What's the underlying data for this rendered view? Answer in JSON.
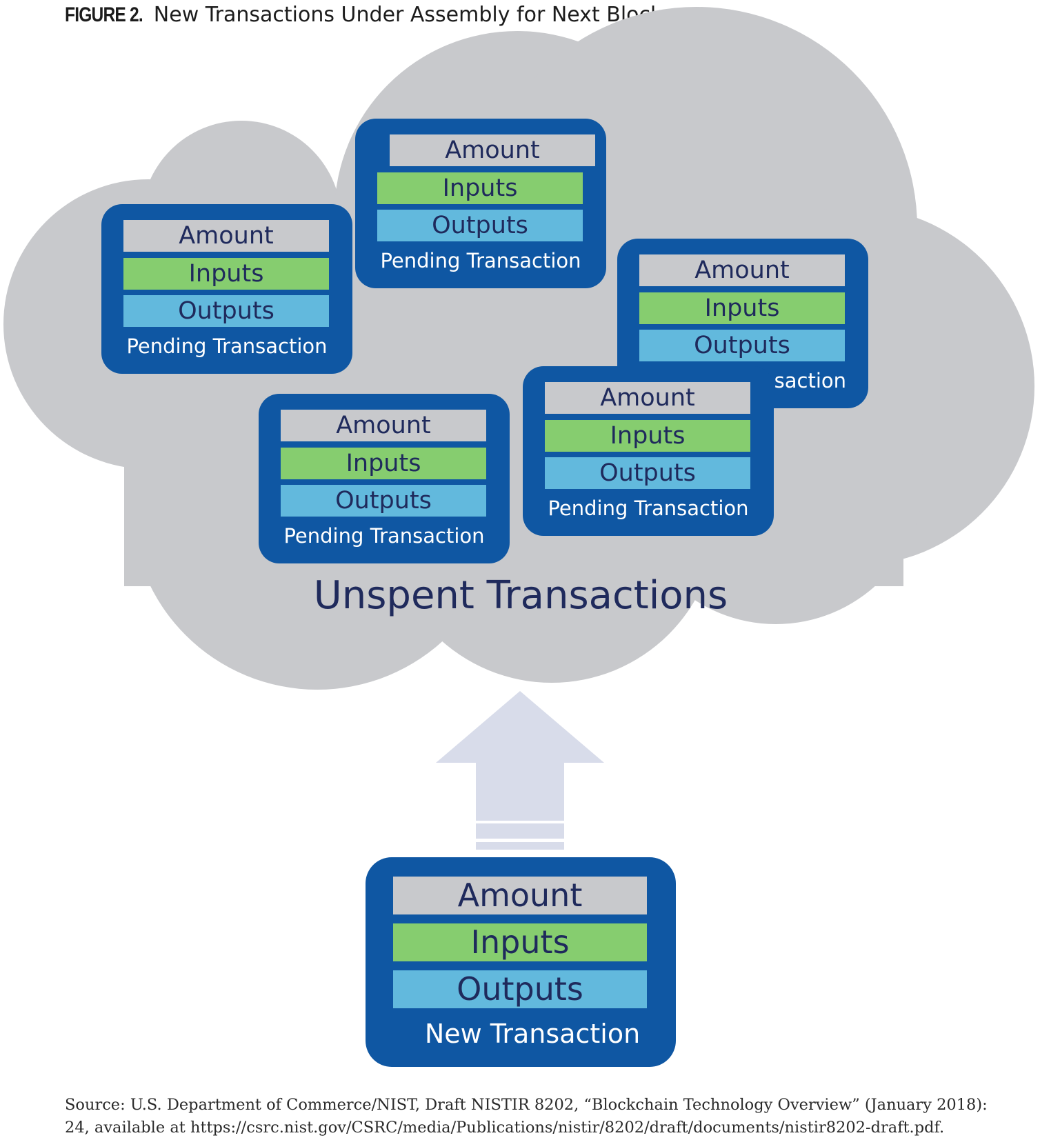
{
  "figure": {
    "label": "FIGURE 2.",
    "title": "New Transactions Under Assembly for Next Block"
  },
  "cloud": {
    "caption": "Unspent Transactions",
    "color": "#c8c9cc"
  },
  "pending_transactions": [
    {
      "amount": "Amount",
      "inputs": "Inputs",
      "outputs": "Outputs",
      "label": "Pending Transaction"
    },
    {
      "amount": "Amount",
      "inputs": "Inputs",
      "outputs": "Outputs",
      "label": "Pending Transaction"
    },
    {
      "amount": "Amount",
      "inputs": "Inputs",
      "outputs": "Outputs",
      "label": "saction"
    },
    {
      "amount": "Amount",
      "inputs": "Inputs",
      "outputs": "Outputs",
      "label": "Pending Transaction"
    },
    {
      "amount": "Amount",
      "inputs": "Inputs",
      "outputs": "Outputs",
      "label": "Pending Transaction"
    }
  ],
  "new_transaction": {
    "amount": "Amount",
    "inputs": "Inputs",
    "outputs": "Outputs",
    "label": "New Transaction"
  },
  "arrow": {
    "direction": "up",
    "color": "#d8dcea"
  },
  "colors": {
    "box": "#0f57a3",
    "amount_row": "#c8c9cc",
    "inputs_row": "#86cd6f",
    "outputs_row": "#62b9dd",
    "row_text": "#1f2a5c"
  },
  "source": {
    "line1": "Source: U.S. Department of Commerce/NIST, Draft NISTIR 8202, “Blockchain Technology Overview” (January 2018):",
    "line2": "24, available at https://csrc.nist.gov/CSRC/media/Publications/nistir/8202/draft/documents/nistir8202-draft.pdf."
  }
}
